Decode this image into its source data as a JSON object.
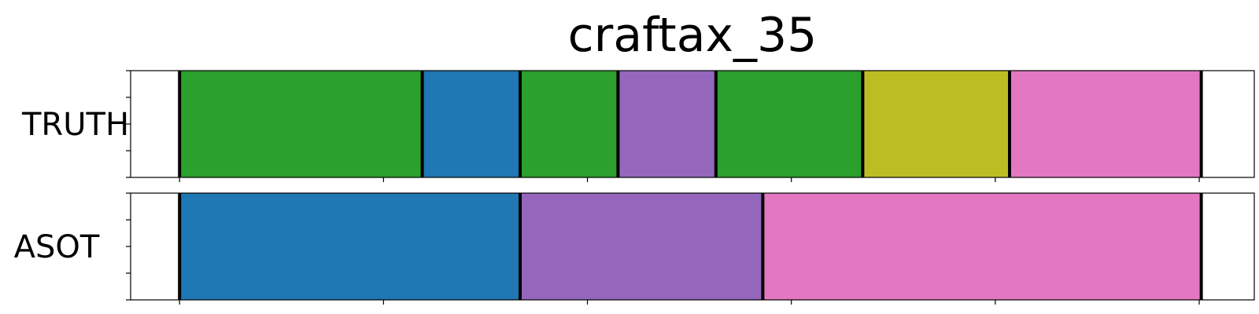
{
  "chart_data": {
    "type": "segmentation",
    "title": "craftax_35",
    "x_range": [
      -24,
      527
    ],
    "rows": [
      {
        "label": "TRUTH",
        "segments": [
          {
            "start": 0,
            "end": 119,
            "color": "#2ca02c"
          },
          {
            "start": 119,
            "end": 167,
            "color": "#1f77b4"
          },
          {
            "start": 167,
            "end": 215,
            "color": "#2ca02c"
          },
          {
            "start": 215,
            "end": 263,
            "color": "#9467bd"
          },
          {
            "start": 263,
            "end": 335,
            "color": "#2ca02c"
          },
          {
            "start": 335,
            "end": 407,
            "color": "#bcbd22"
          },
          {
            "start": 407,
            "end": 501,
            "color": "#e377c2"
          }
        ]
      },
      {
        "label": "ASOT",
        "segments": [
          {
            "start": 0,
            "end": 167,
            "color": "#1f77b4"
          },
          {
            "start": 167,
            "end": 286,
            "color": "#9467bd"
          },
          {
            "start": 286,
            "end": 501,
            "color": "#e377c2"
          }
        ]
      }
    ],
    "x_ticks": [
      0,
      100,
      200,
      300,
      400,
      500
    ],
    "boundary_color": "#000000"
  }
}
